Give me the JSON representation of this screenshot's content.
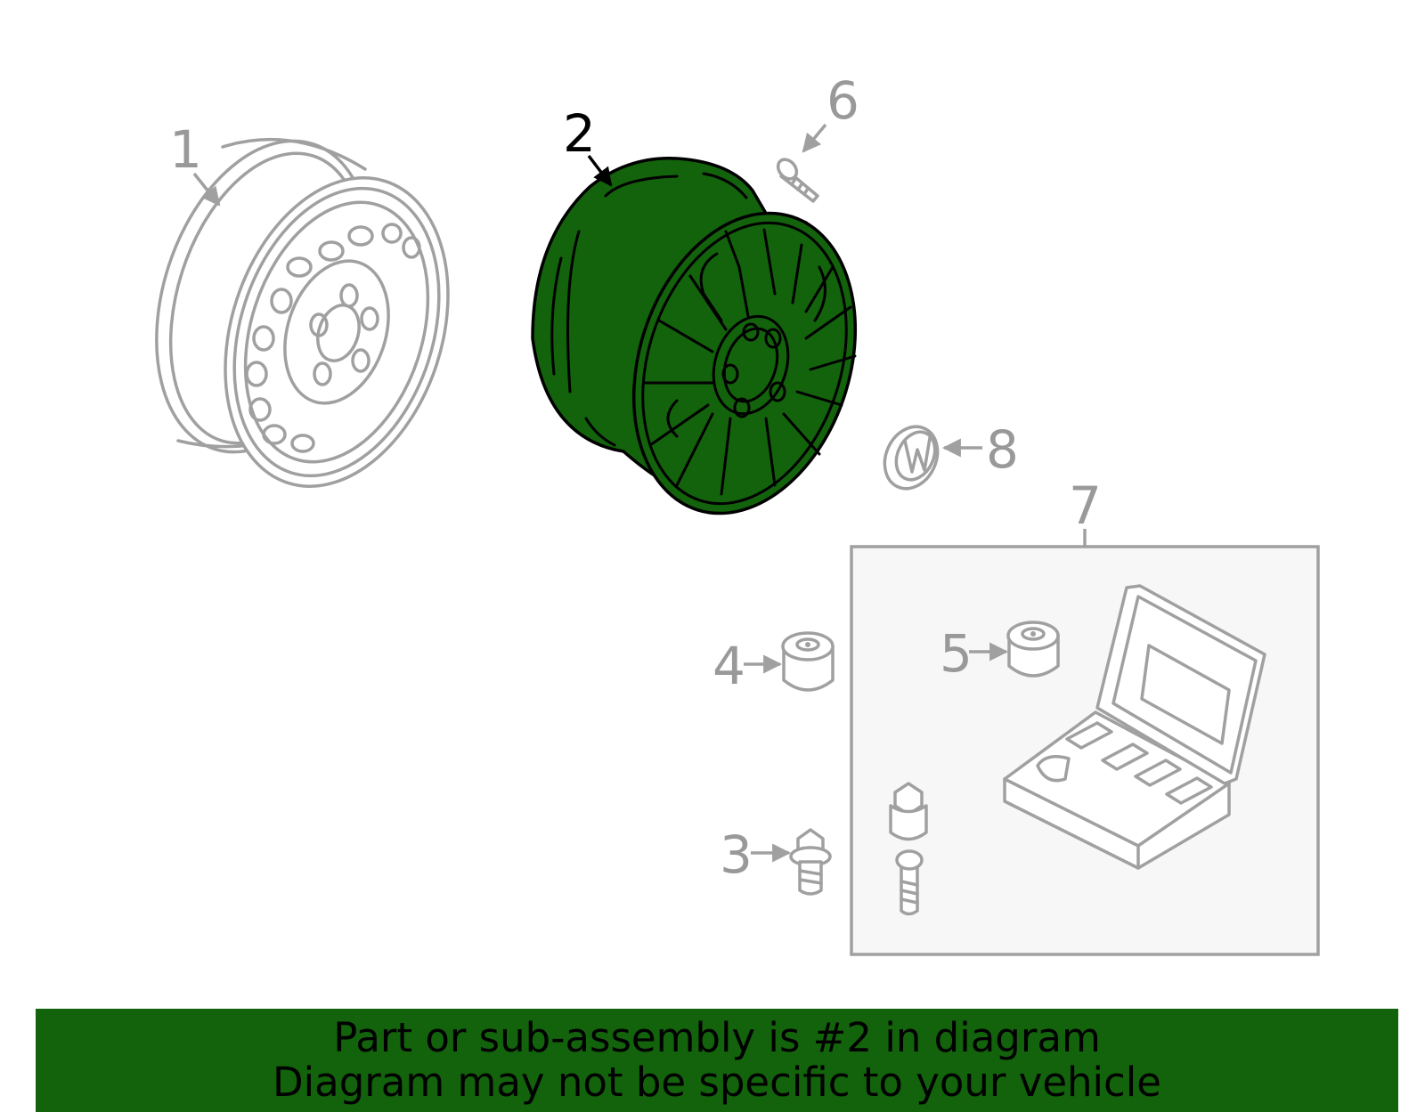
{
  "callouts": {
    "c1": "1",
    "c2": "2",
    "c3": "3",
    "c4": "4",
    "c5": "5",
    "c6": "6",
    "c7": "7",
    "c8": "8"
  },
  "highlighted_part": "2",
  "colors": {
    "highlight": "#13620c",
    "callout_gray": "#999999",
    "kit_box_fill": "#f7f7f7"
  },
  "banner": {
    "line1": "Part or sub-assembly is #2 in diagram",
    "line2": "Diagram may not be specific to your vehicle"
  }
}
